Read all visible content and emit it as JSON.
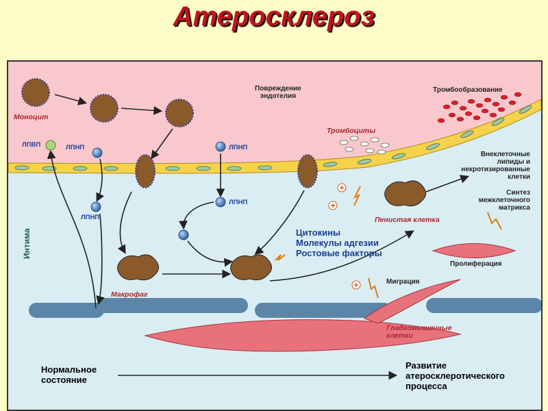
{
  "title": "Атеросклероз",
  "labels": {
    "monocyte": "Моноцит",
    "endothelium_damage": "Повреждение\nэндотелия",
    "thrombus": "Тромбообразование",
    "platelets": "Тромбоциты",
    "hdl": "ЛПВП",
    "ldl1": "ЛПНП",
    "ldl2": "ЛПНП",
    "ldl3": "ЛПНП",
    "ldl4": "ЛПНП",
    "extracellular": "Внеклеточные\nлипиды и\nнекротизированные\nклетки",
    "matrix": "Синтез\nмежклеточного\nматрикса",
    "intima": "Интима",
    "foam_cell": "Пенистая клетка",
    "factors": "Цитокины\nМолекулы адгезии\nРостовые факторы",
    "proliferation": "Пролиферация",
    "migration": "Миграция",
    "macrophage": "Макрофаг",
    "smooth_muscle": "Гладкомышечные\nклетки",
    "normal": "Нормальное\nсостояние",
    "development": "Развитие\nатеросклеротического\nпроцесса"
  }
}
